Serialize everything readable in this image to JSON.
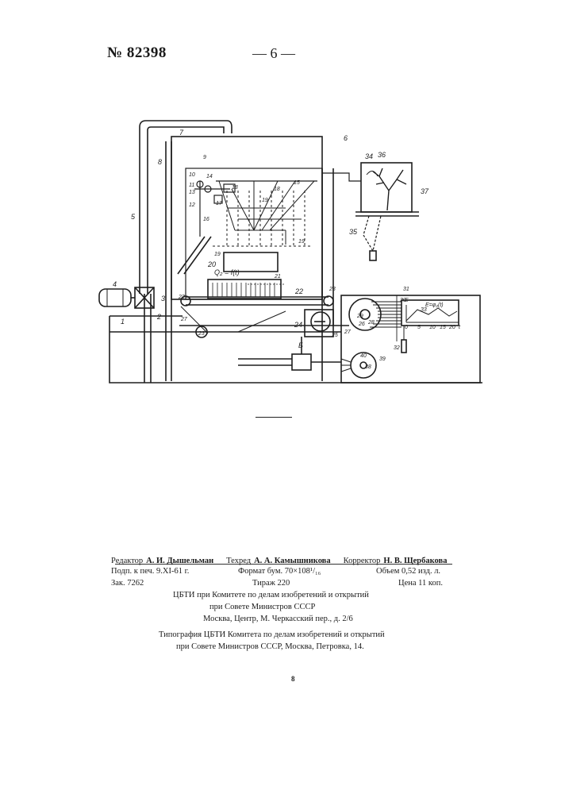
{
  "header": {
    "patent_number": "№ 82398",
    "page": "— 6 —"
  },
  "figure": {
    "labels": [
      "1",
      "2",
      "3",
      "4",
      "5",
      "6",
      "7",
      "8",
      "9",
      "10",
      "11",
      "12",
      "13",
      "14",
      "15",
      "16",
      "17",
      "18",
      "19",
      "20",
      "21",
      "22",
      "23",
      "24",
      "25",
      "26",
      "27",
      "28",
      "29",
      "30",
      "31",
      "32",
      "33",
      "34",
      "35",
      "36",
      "37",
      "38",
      "39",
      "40",
      "Б"
    ],
    "formula_signal": "Q₂ = f(t)",
    "formula_graph": "E=φ₂(t)",
    "axis_letter": "E",
    "axis_ticks": [
      "0",
      "5",
      "10",
      "15",
      "20",
      "t"
    ]
  },
  "imprint": {
    "editor_label": "Редактор",
    "editor_name": "А. И. Дышельман",
    "techeditor_label": "Техред",
    "techeditor_name": "А. А. Камышникова",
    "corrector_label": "Корректор",
    "corrector_name": "Н. В. Щербакова",
    "signed": "Подп. к печ. 9.XI-61 г.",
    "format": "Формат бум. 70×108¹/₁₆",
    "volume": "Объем 0,52 изд. л.",
    "order": "Зак. 7262",
    "print_run": "Тираж 220",
    "price": "Цена 11 коп.",
    "org_line1": "ЦБТИ при Комитете по делам изобретений и открытий",
    "org_line2": "при Совете Министров СССР",
    "address": "Москва, Центр, М. Черкасский пер., д. 2/6",
    "printer_line1": "Типография ЦБТИ Комитета по делам изобретений и открытий",
    "printer_line2": "при Совете Министров СССР, Москва, Петровка, 14."
  },
  "footer": {
    "page_number": "8"
  }
}
